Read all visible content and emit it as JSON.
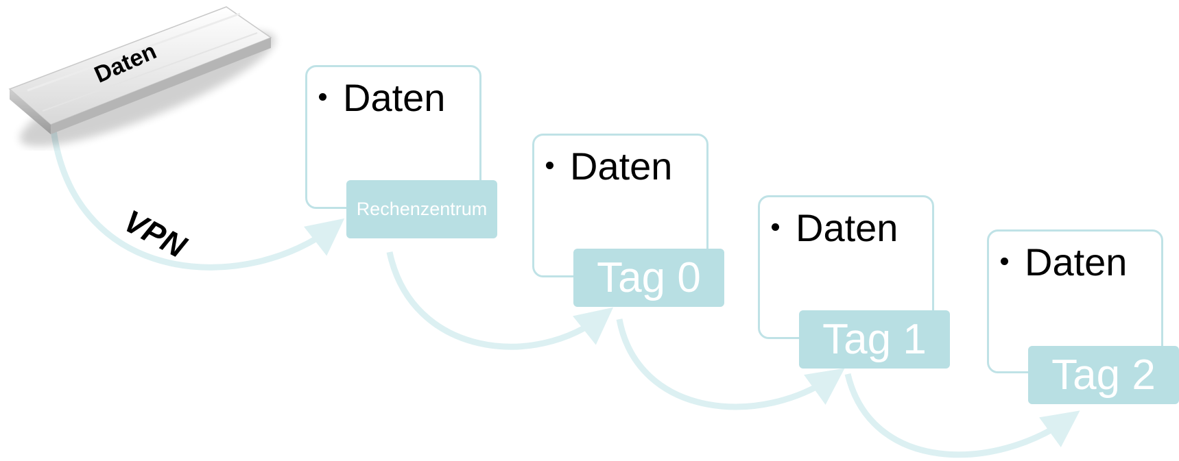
{
  "usb_stick": {
    "label": "Daten"
  },
  "vpn_label": "VPN",
  "steps": [
    {
      "bullet": "Daten",
      "label": "Rechenzentrum"
    },
    {
      "bullet": "Daten",
      "label": "Tag 0"
    },
    {
      "bullet": "Daten",
      "label": "Tag 1"
    },
    {
      "bullet": "Daten",
      "label": "Tag 2"
    }
  ],
  "colors": {
    "accent": "#b8dfe3",
    "border": "#bfe2e6",
    "arrow": "#dcf0f2"
  }
}
